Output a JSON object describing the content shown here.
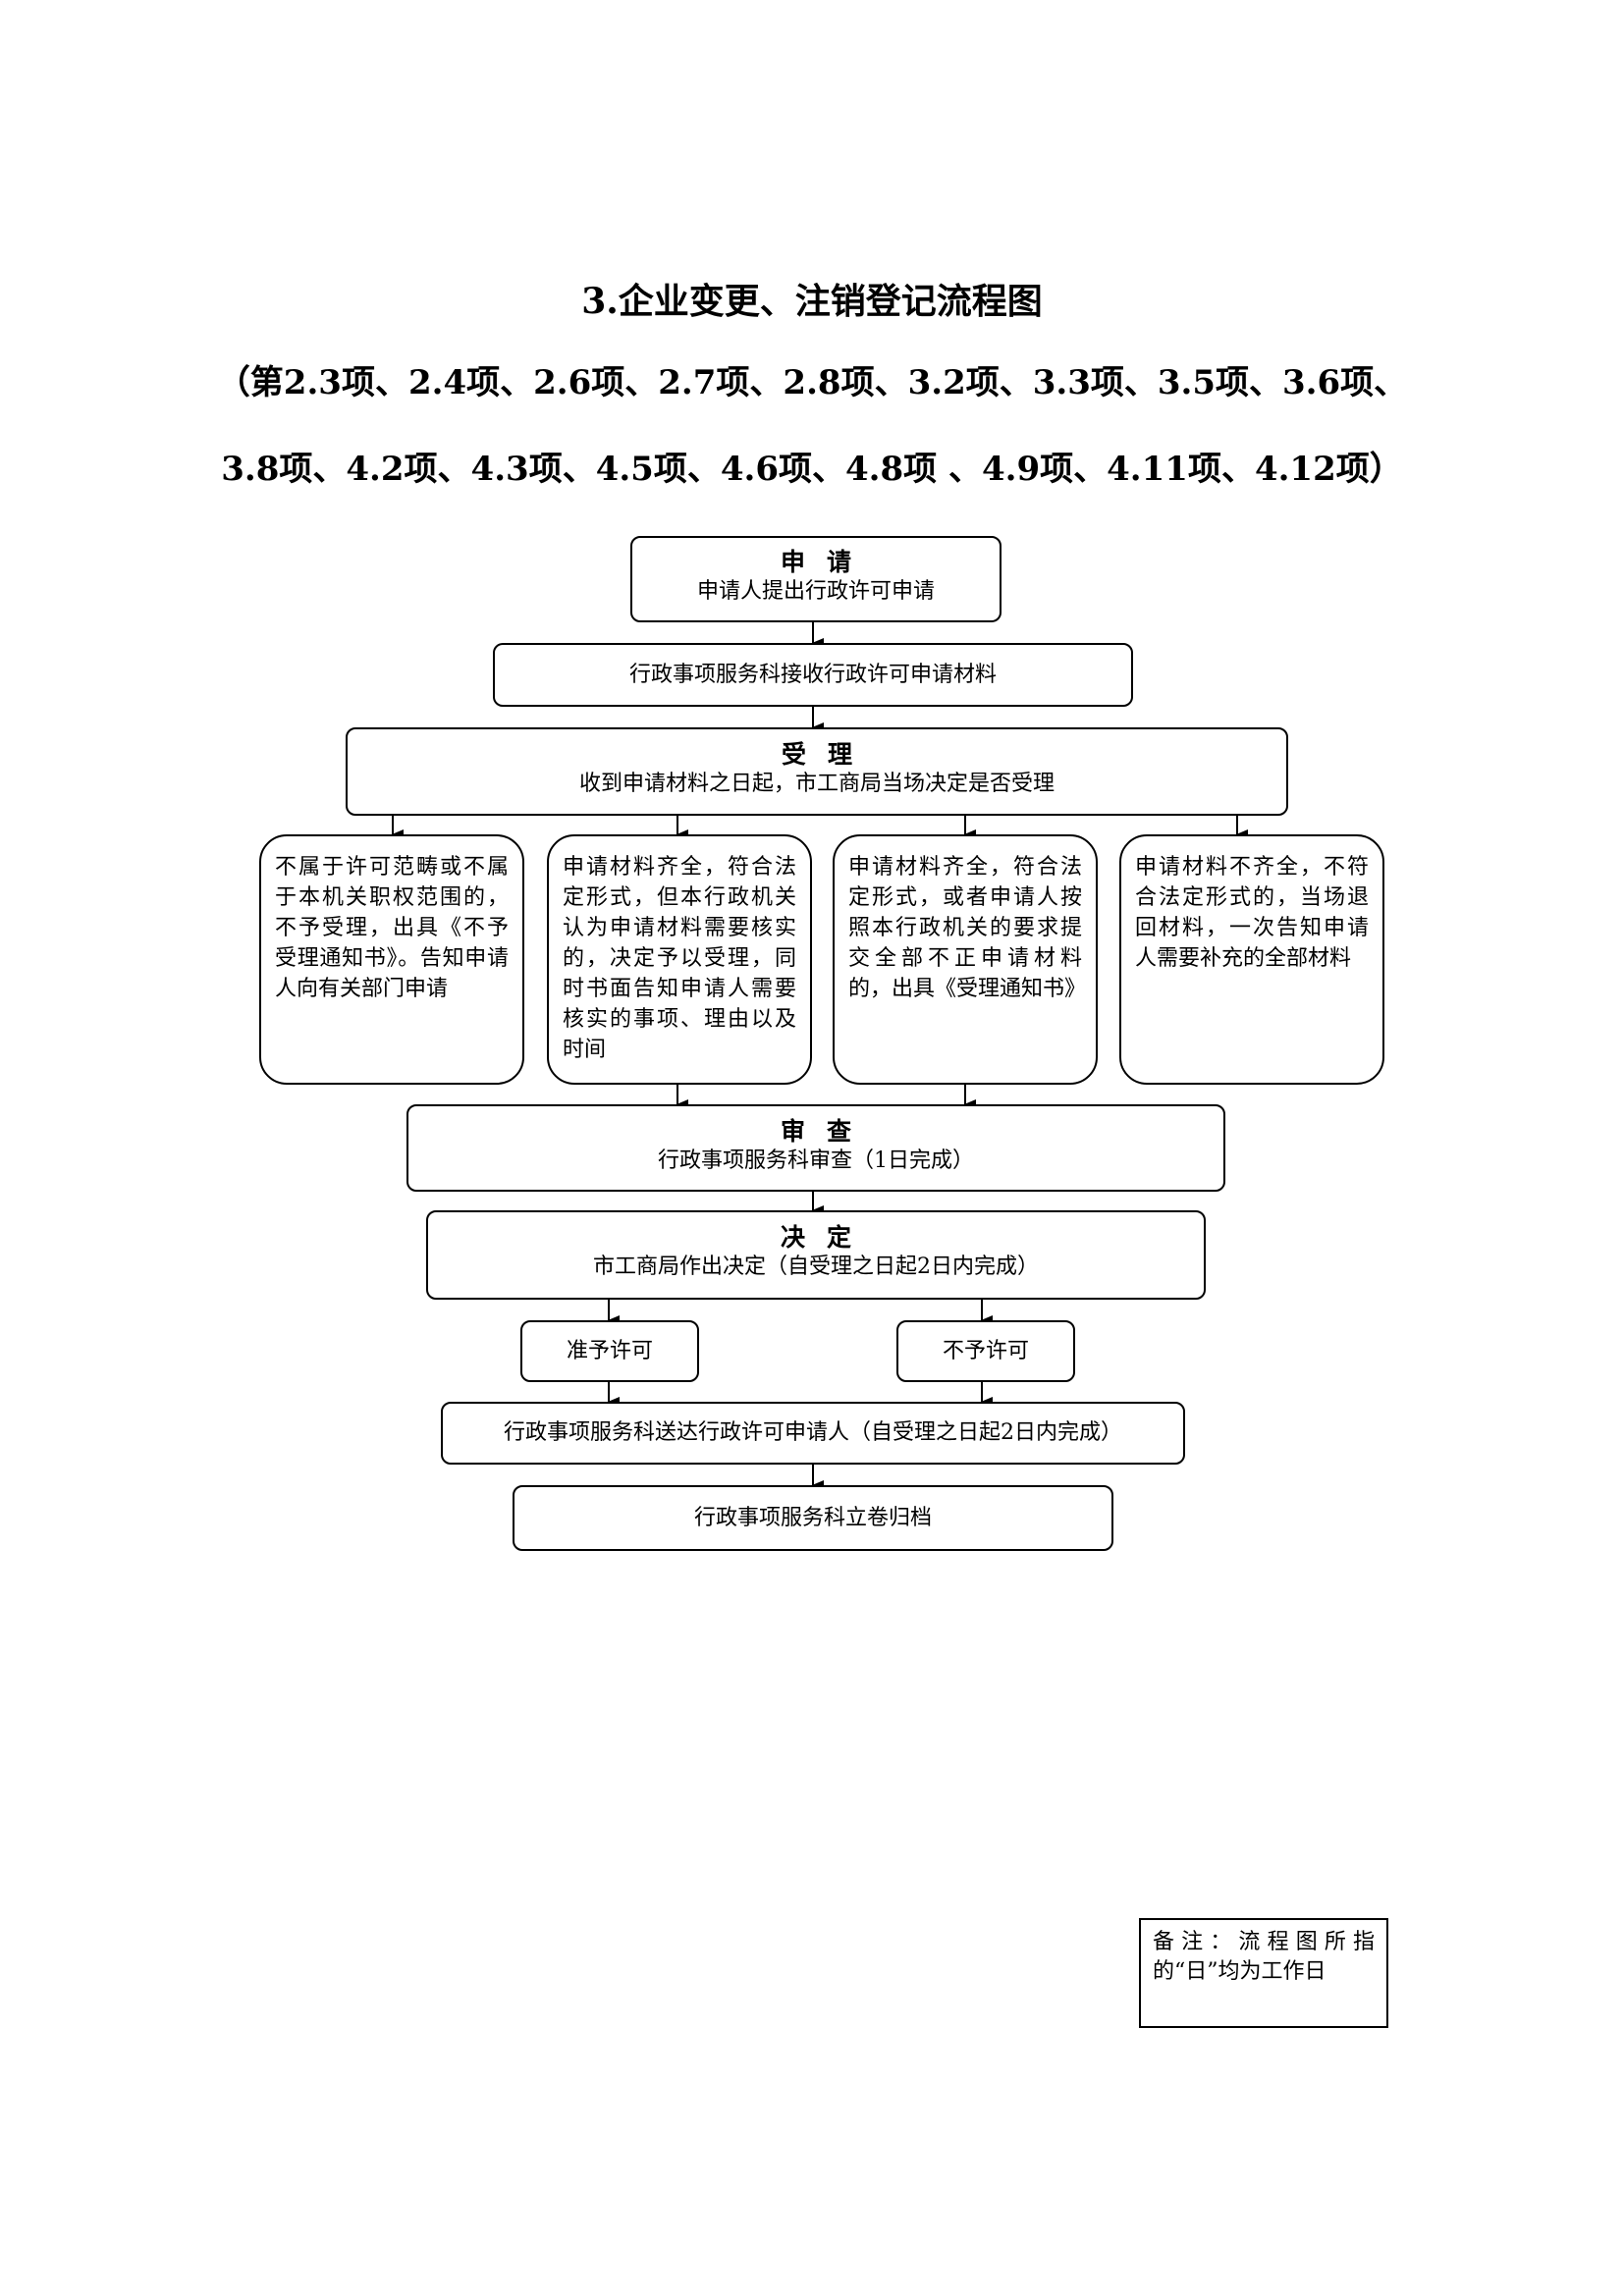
{
  "title": {
    "main": "3.企业变更、注销登记流程图",
    "items_line1": "（第2.3项、2.4项、2.6项、2.7项、2.8项、3.2项、3.3项、3.5项、3.6项、",
    "items_line2": "3.8项、4.2项、4.3项、4.5项、4.6项、4.8项 、4.9项、4.11项、4.12项）"
  },
  "flow": {
    "apply": {
      "heading": "申请",
      "text": "申请人提出行政许可申请"
    },
    "receive": {
      "text": "行政事项服务科接收行政许可申请材料"
    },
    "accept": {
      "heading": "受理",
      "text": "收到申请材料之日起，市工商局当场决定是否受理"
    },
    "branches": [
      {
        "text": "不属于许可范畴或不属于本机关职权范围的，不予受理，出具《不予受理通知书》。告知申请人向有关部门申请"
      },
      {
        "text": "申请材料齐全，符合法定形式，但本行政机关认为申请材料需要核实的，决定予以受理，同时书面告知申请人需要核实的事项、理由以及时间"
      },
      {
        "text": "申请材料齐全，符合法定形式，或者申请人按照本行政机关的要求提交全部不正申请材料的，出具《受理通知书》"
      },
      {
        "text": "申请材料不齐全，不符合法定形式的，当场退回材料，一次告知申请人需要补充的全部材料"
      }
    ],
    "review": {
      "heading": "审查",
      "text": "行政事项服务科审查（1日完成）"
    },
    "decide": {
      "heading": "决定",
      "text": "市工商局作出决定（自受理之日起2日内完成）"
    },
    "grant": {
      "text": "准予许可"
    },
    "deny": {
      "text": "不予许可"
    },
    "deliver": {
      "text": "行政事项服务科送达行政许可申请人（自受理之日起2日内完成）"
    },
    "archive": {
      "text": "行政事项服务科立卷归档"
    }
  },
  "note": {
    "text": "备注：流程图所指的“日”均为工作日"
  }
}
